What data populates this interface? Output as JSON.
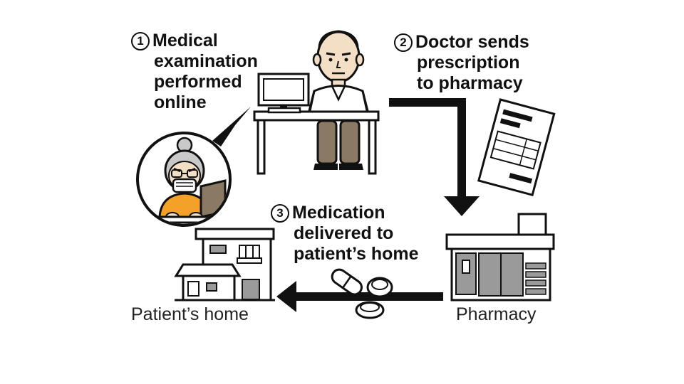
{
  "steps": [
    {
      "num": "1",
      "lines": [
        "Medical",
        "examination",
        "performed",
        "online"
      ]
    },
    {
      "num": "2",
      "lines": [
        "Doctor sends",
        "prescription",
        "to pharmacy"
      ]
    },
    {
      "num": "3",
      "lines": [
        "Medication",
        "delivered to",
        "patient’s home"
      ]
    }
  ],
  "labels": {
    "patient_home": "Patient’s home",
    "pharmacy": "Pharmacy"
  },
  "icons": [
    "doctor-icon",
    "computer-icon",
    "desk-icon",
    "patient-icon",
    "prescription-icon",
    "pharmacy-building-icon",
    "house-icon",
    "pill-capsule-icon",
    "pill-bottle-icon",
    "arrow-icon"
  ],
  "colors": {
    "ink": "#111111",
    "patient_shirt": "#f4a12a",
    "building_window": "#9a9a9a",
    "trouser": "#8a7a64"
  }
}
